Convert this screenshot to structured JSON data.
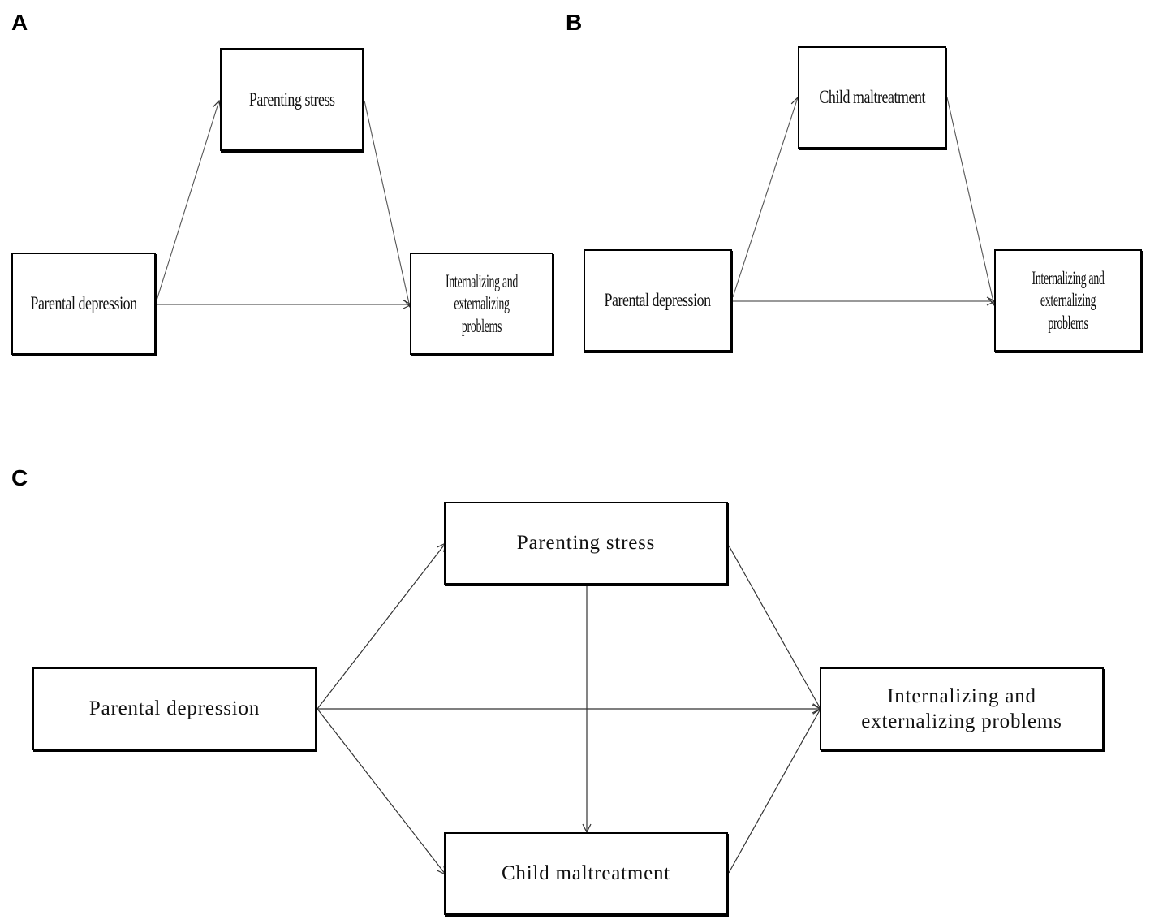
{
  "panels": {
    "a": {
      "label": "A",
      "mediator": "Parenting stress",
      "predictor": "Parental depression",
      "outcome_line1": "Internalizing and",
      "outcome_line2": "externalizing problems"
    },
    "b": {
      "label": "B",
      "mediator": "Child maltreatment",
      "predictor": "Parental depression",
      "outcome_line1": "Internalizing and",
      "outcome_line2": "externalizing problems"
    },
    "c": {
      "label": "C",
      "mediator1": "Parenting stress",
      "mediator2": "Child maltreatment",
      "predictor": "Parental depression",
      "outcome_line1": "Internalizing and",
      "outcome_line2": "externalizing problems"
    }
  },
  "colors": {
    "line": "#333333",
    "border": "#000000",
    "background": "#ffffff"
  }
}
